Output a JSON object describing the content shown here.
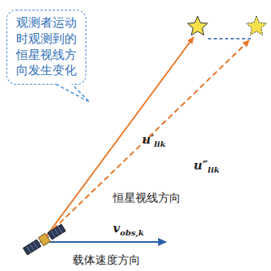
{
  "diagram": {
    "nodes": [
      {
        "text": [
          "观测者运动时观测到的恒星视线方向发生变化"
        ]
      }
    ],
    "labels": [
      "u′lik",
      "u″lik",
      "恒星视线方向",
      "vobs,k",
      "载体速度方向"
    ]
  }
}
